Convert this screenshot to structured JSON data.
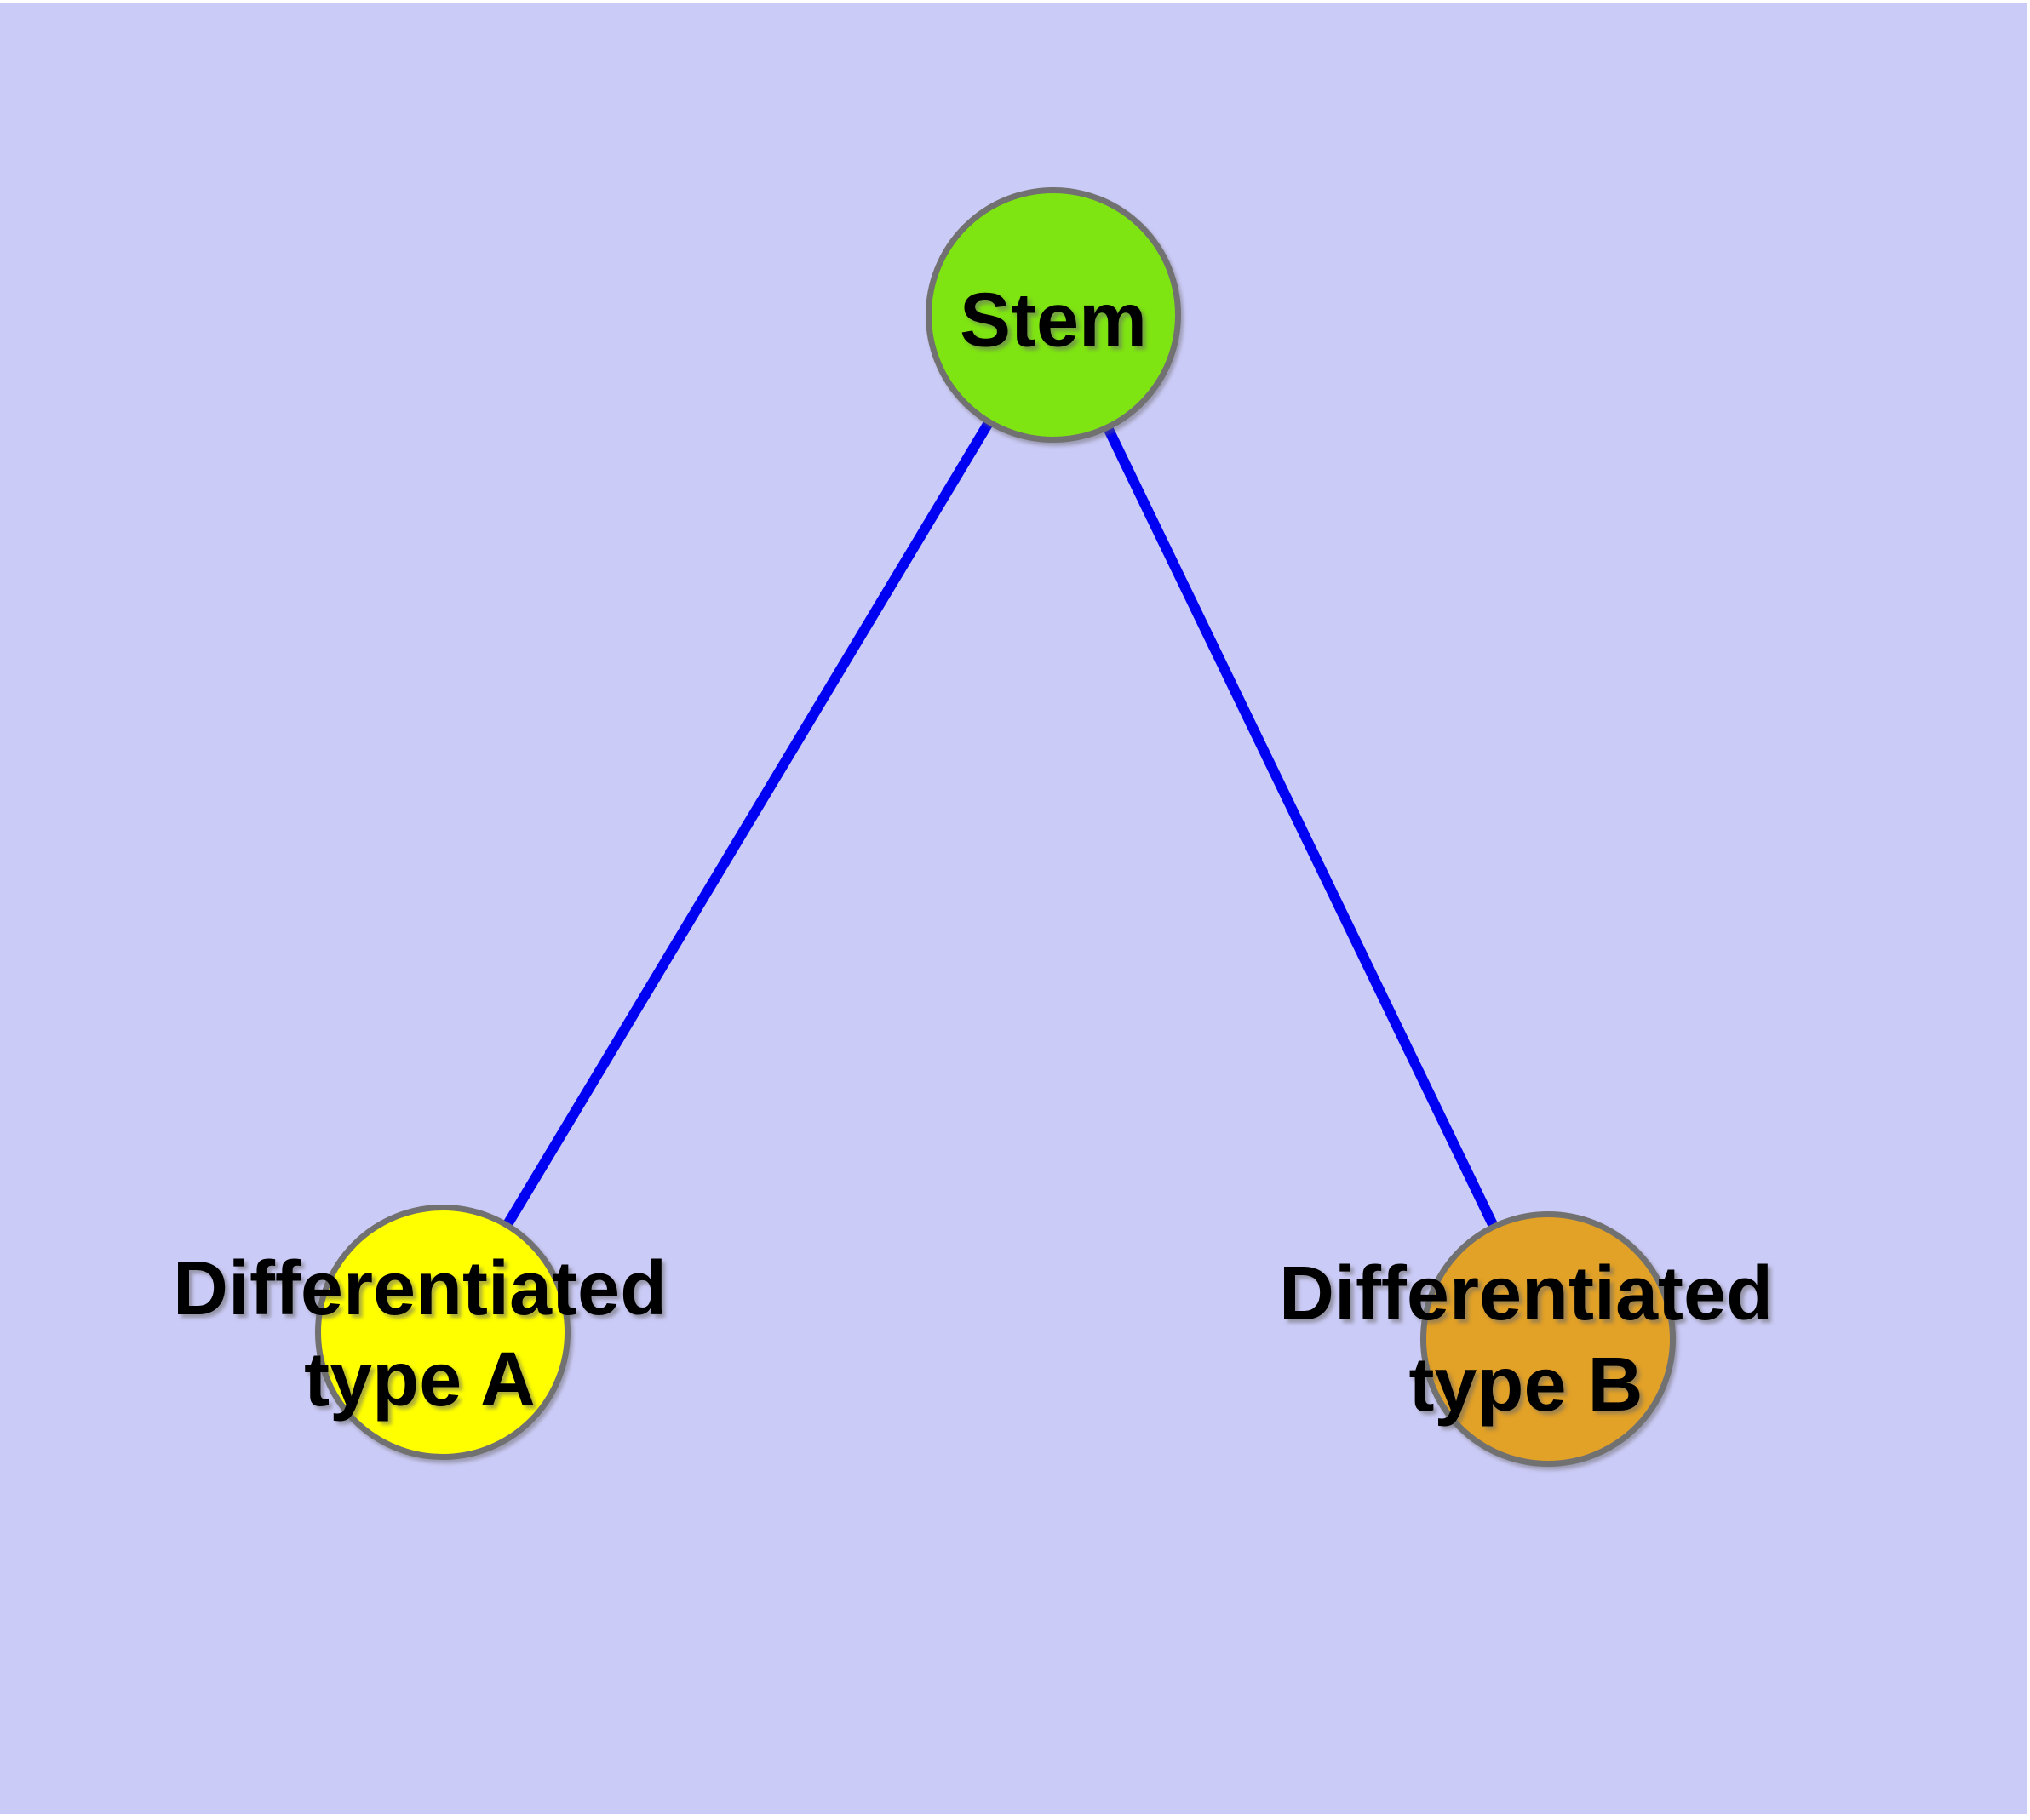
{
  "diagram": {
    "title": "",
    "type": "node-link-graph",
    "colors": {
      "background": "#CBCBF7",
      "edge": "#0000F2",
      "node_border": "#717171",
      "label_text": "#000000"
    },
    "nodes": [
      {
        "id": "stem",
        "label": "Stem",
        "fill": "#7EE412"
      },
      {
        "id": "type_a",
        "label": "Differentiated\ntype A",
        "fill": "#FFFF00"
      },
      {
        "id": "type_b",
        "label": "Differentiated\ntype B",
        "fill": "#E2A127"
      }
    ],
    "edges": [
      {
        "from": "Stem",
        "to": "Differentiated type A"
      },
      {
        "from": "Stem",
        "to": "Differentiated type B"
      }
    ]
  }
}
